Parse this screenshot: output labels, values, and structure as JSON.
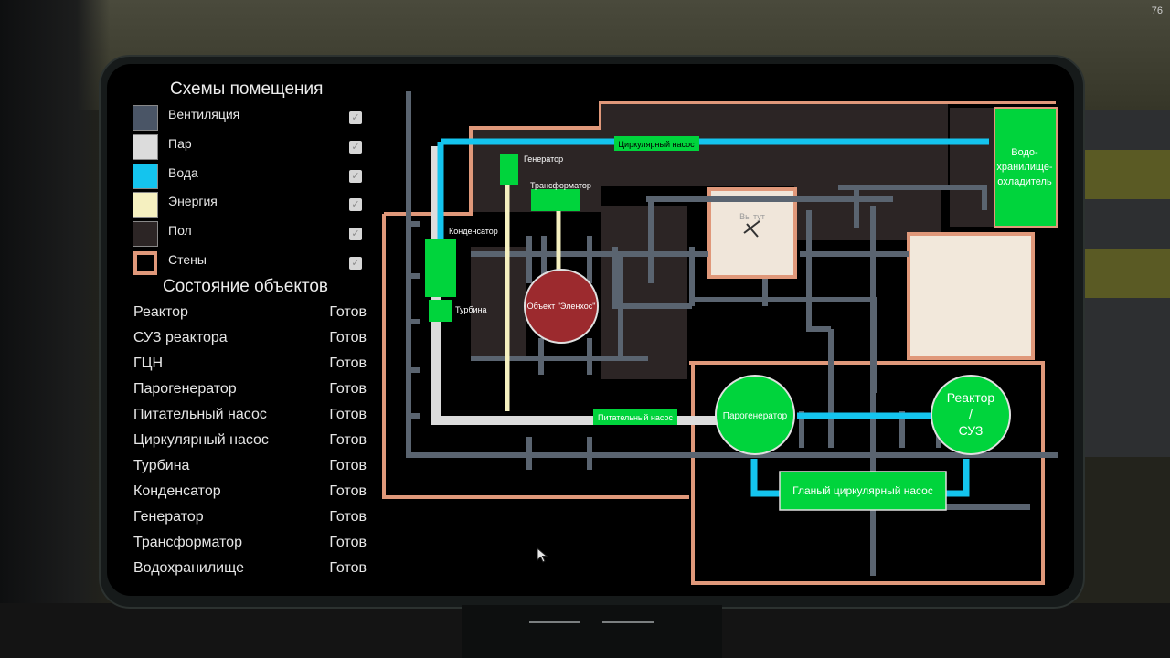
{
  "fps": "76",
  "legend": {
    "title": "Схемы помещения",
    "items": [
      {
        "label": "Вентиляция",
        "color": "#4a5566",
        "checked": true
      },
      {
        "label": "Пар",
        "color": "#dcdcdc",
        "checked": true
      },
      {
        "label": "Вода",
        "color": "#14c4ee",
        "checked": true
      },
      {
        "label": "Энергия",
        "color": "#f5f0c0",
        "checked": true
      },
      {
        "label": "Пол",
        "color": "#2c2525",
        "checked": true
      },
      {
        "label": "Стены",
        "color": "#e0987a",
        "checked": true
      }
    ]
  },
  "status": {
    "title": "Состояние объектов",
    "rows": [
      {
        "name": "Реактор",
        "state": "Готов"
      },
      {
        "name": "СУЗ реактора",
        "state": "Готов"
      },
      {
        "name": "ГЦН",
        "state": "Готов"
      },
      {
        "name": "Парогенератор",
        "state": "Готов"
      },
      {
        "name": "Питательный насос",
        "state": "Готов"
      },
      {
        "name": "Циркулярный насос",
        "state": "Готов"
      },
      {
        "name": "Турбина",
        "state": "Готов"
      },
      {
        "name": "Конденсатор",
        "state": "Готов"
      },
      {
        "name": "Генератор",
        "state": "Готов"
      },
      {
        "name": "Трансформатор",
        "state": "Готов"
      },
      {
        "name": "Водохранилище",
        "state": "Готов"
      }
    ]
  },
  "map": {
    "circ_pump": "Циркулярный насос",
    "reservoir": [
      "Водо-",
      "хранилище-",
      "охладитель"
    ],
    "generator": "Генератор",
    "transformer": "Трансформатор",
    "you_are_here": "Вы тут",
    "condenser": "Конденсатор",
    "turbine": "Турбина",
    "object": "Объект \"Эленхос\"",
    "feed_pump": "Питательный насос",
    "steam_gen": "Парогенератор",
    "reactor": [
      "Реактор",
      "/",
      "СУЗ"
    ],
    "main_pump": "Гланый циркулярный насос"
  }
}
